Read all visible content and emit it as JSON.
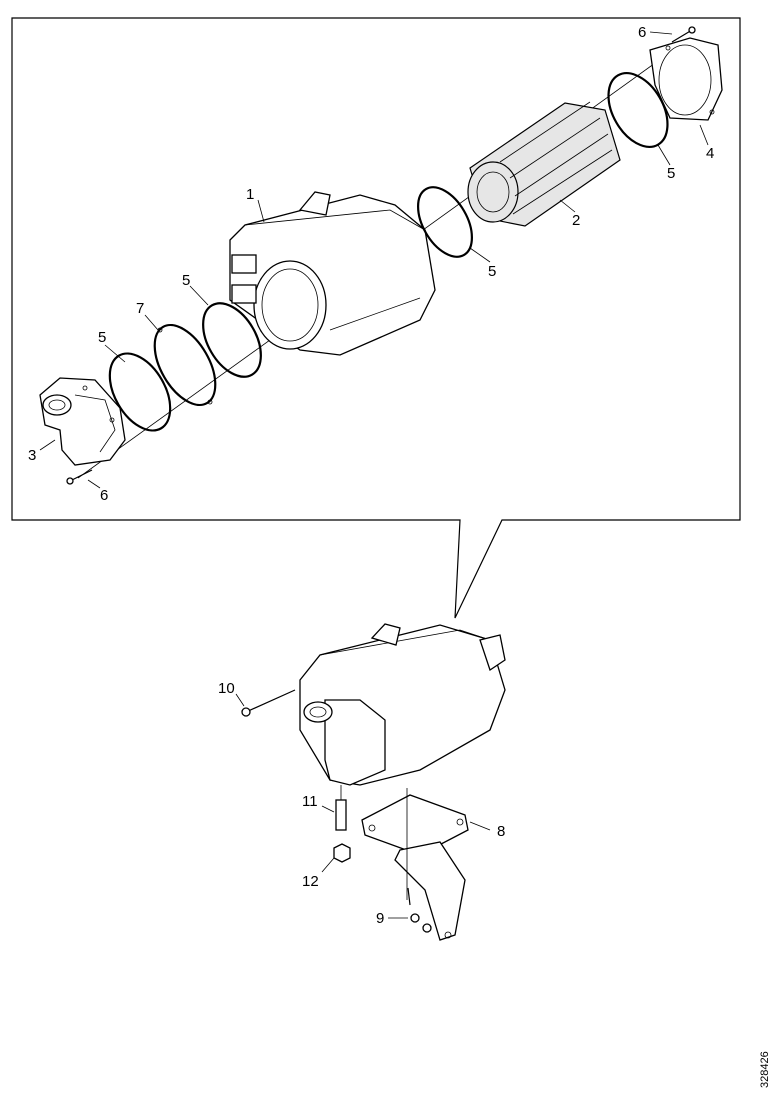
{
  "callouts": {
    "c1": "1",
    "c2": "2",
    "c3": "3",
    "c4": "4",
    "c5a": "5",
    "c5b": "5",
    "c5c": "5",
    "c5d": "5",
    "c6a": "6",
    "c6b": "6",
    "c7": "7",
    "c8": "8",
    "c9": "9",
    "c10": "10",
    "c11": "11",
    "c12": "12"
  },
  "document_number": "328426"
}
